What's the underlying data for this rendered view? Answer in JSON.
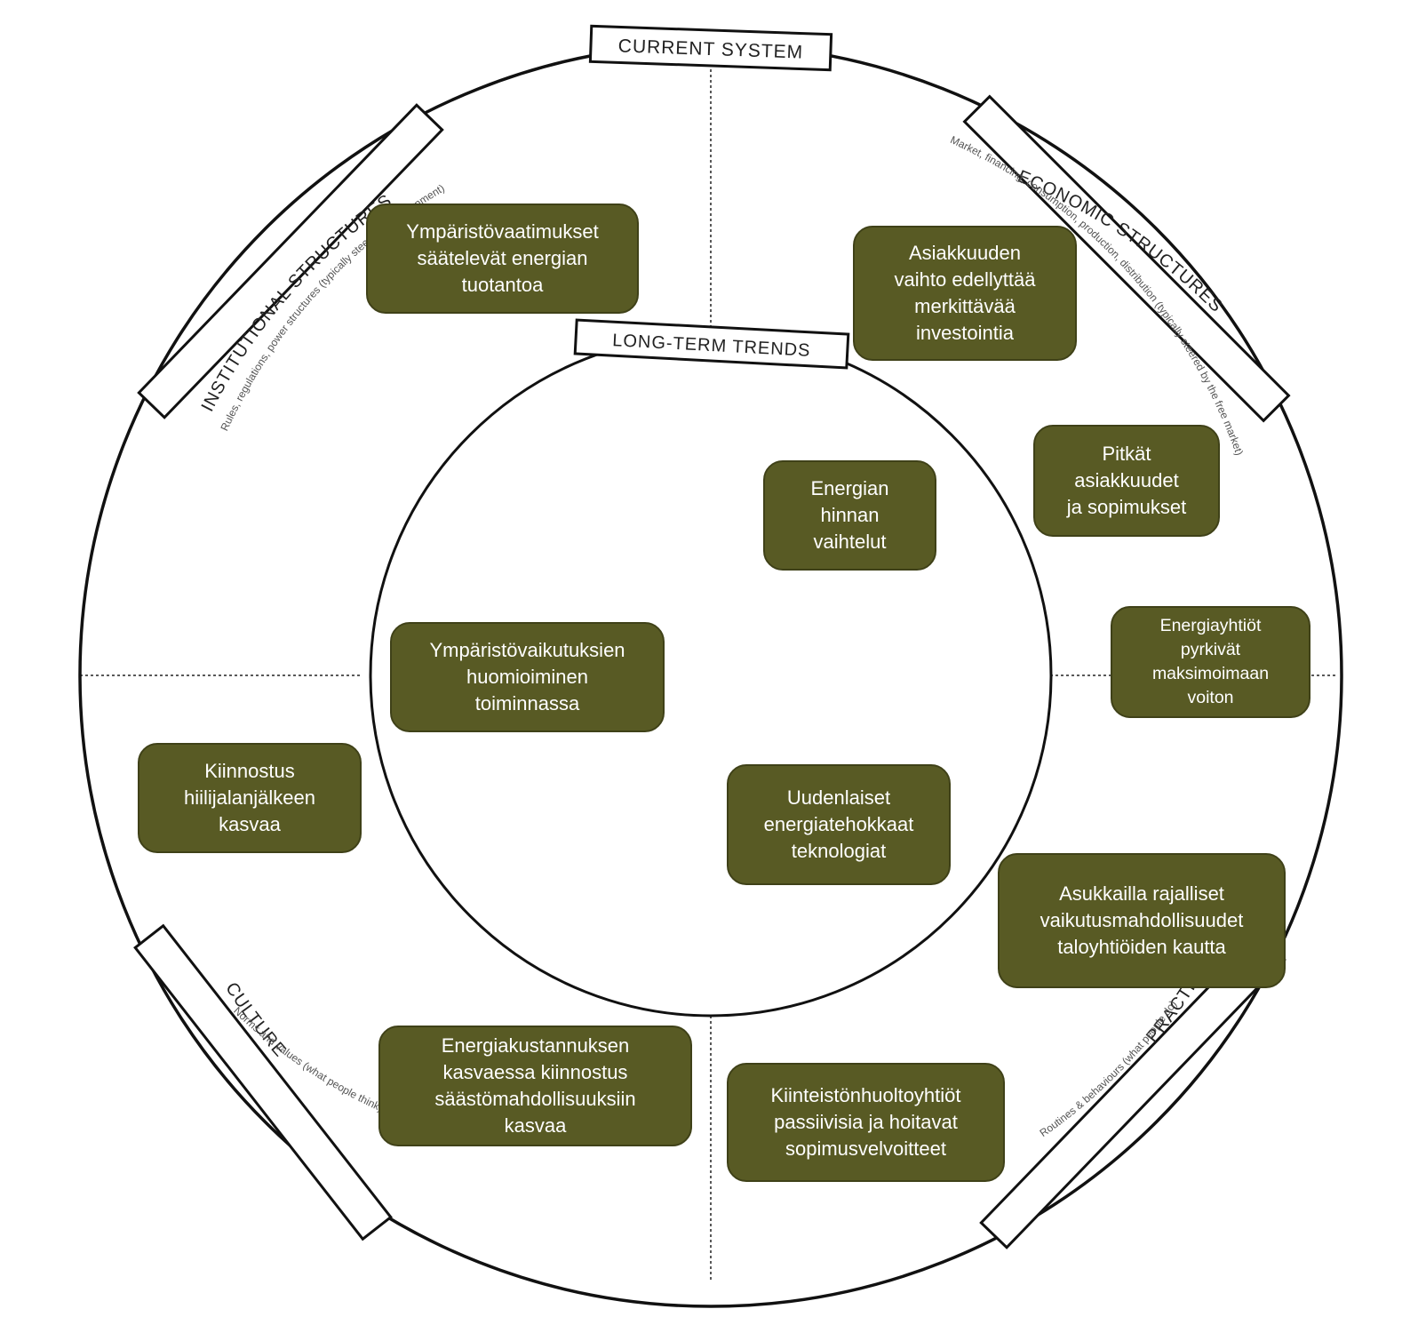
{
  "diagram": {
    "labels": {
      "current_system": "CURRENT SYSTEM",
      "long_term_trends": "LONG-TERM TRENDS",
      "institutional": "INSTITUTIONAL STRUCTURES",
      "institutional_sub": "Rules, regulations, power structures (typically steered by government)",
      "economic": "ECONOMIC STRUCTURES",
      "economic_sub": "Market, financing, consumption, production, distribution (typically steered by the free market)",
      "culture": "CULTURE",
      "culture_sub": "Norms and values (what people think)",
      "practices": "PRACTICES",
      "practices_sub": "Routines & behaviours (what people do)"
    },
    "colors": {
      "box_fill": "#585a24",
      "box_text": "#ffffff",
      "line": "#222222"
    },
    "boxes": {
      "b1": "Ympäristövaatimukset\nsäätelevät energian\ntuotantoa",
      "b2": "Asiakkuuden\nvaihto edellyttää\nmerkittävää\ninvestointia",
      "b3": "Pitkät\nasiakkuudet\nja sopimukset",
      "b4": "Energian\nhinnan\nvaihtelut",
      "b5": "Energiayhtiöt\npyrkivät\nmaksimoimaan\nvoiton",
      "b6": "Ympäristövaikutuksien\nhuomioiminen\ntoiminnassa",
      "b7": "Kiinnostus\nhiilijalanjälkeen\nkasvaa",
      "b8": "Uudenlaiset\nenergiatehokkaat\nteknologiat",
      "b9": "Asukkailla rajalliset\nvaikutusmahdollisuudet\ntaloyhtiöiden kautta",
      "b10": "Energiakustannuksen\nkasvaessa kiinnostus\nsäästömahdollisuuksiin\nkasvaa",
      "b11": "Kiinteistönhuoltoyhtiöt\npassiivisia ja hoitavat\nsopimusvelvoitteet"
    }
  }
}
